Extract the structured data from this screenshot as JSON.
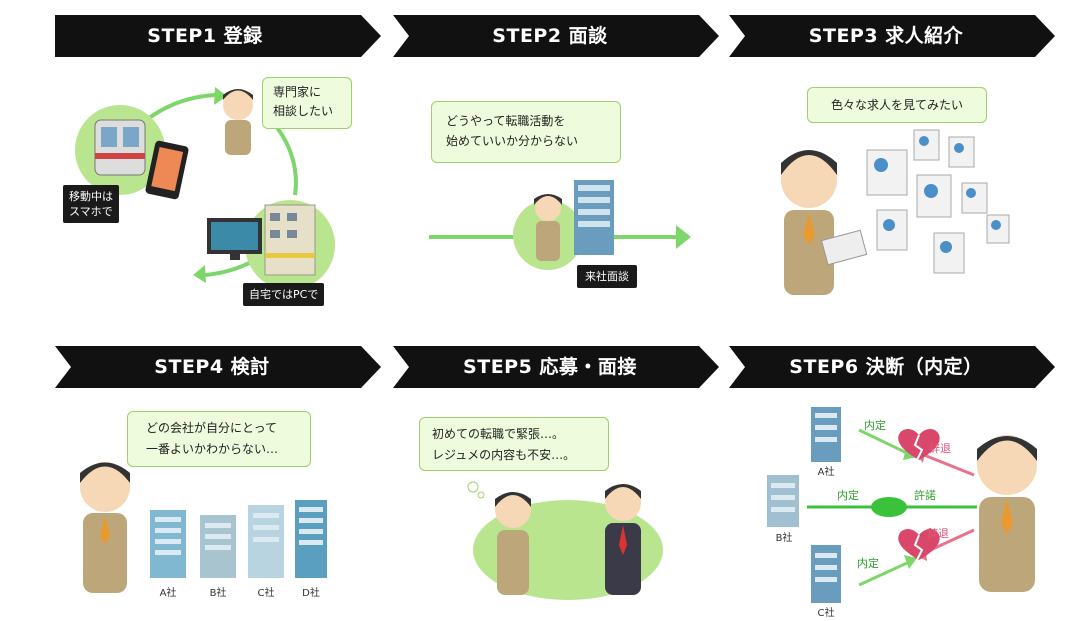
{
  "steps": [
    {
      "label": "STEP1 登録"
    },
    {
      "label": "STEP2 面談"
    },
    {
      "label": "STEP3 求人紹介"
    },
    {
      "label": "STEP4 検討"
    },
    {
      "label": "STEP5 応募・面接"
    },
    {
      "label": "STEP6 決断（内定）"
    }
  ],
  "step1": {
    "bubble_line1": "専門家に",
    "bubble_line2": "相談したい",
    "mobile_line1": "移動中は",
    "mobile_line2": "スマホで",
    "home": "自宅ではPCで"
  },
  "step2": {
    "bubble_line1": "どうやって転職活動を",
    "bubble_line2": "始めていいか分からない",
    "visit": "来社面談"
  },
  "step3": {
    "bubble": "色々な求人を見てみたい"
  },
  "step4": {
    "bubble_line1": "どの会社が自分にとって",
    "bubble_line2": "一番よいかわからない…",
    "companies": [
      "A社",
      "B社",
      "C社",
      "D社"
    ]
  },
  "step5": {
    "bubble_line1": "初めての転職で緊張…。",
    "bubble_line2": "レジュメの内容も不安…。"
  },
  "step6": {
    "company_a": "A社",
    "company_b": "B社",
    "company_c": "C社",
    "offer_a": "内定",
    "offer_b": "内定",
    "offer_c": "内定",
    "decline_a": "辞退",
    "accept_b": "許諾",
    "decline_c": "辞退"
  },
  "colors": {
    "banner": "#111111",
    "green": "#6dd46d",
    "bubble_bg": "#eefbdc",
    "pink": "#e8738e"
  }
}
